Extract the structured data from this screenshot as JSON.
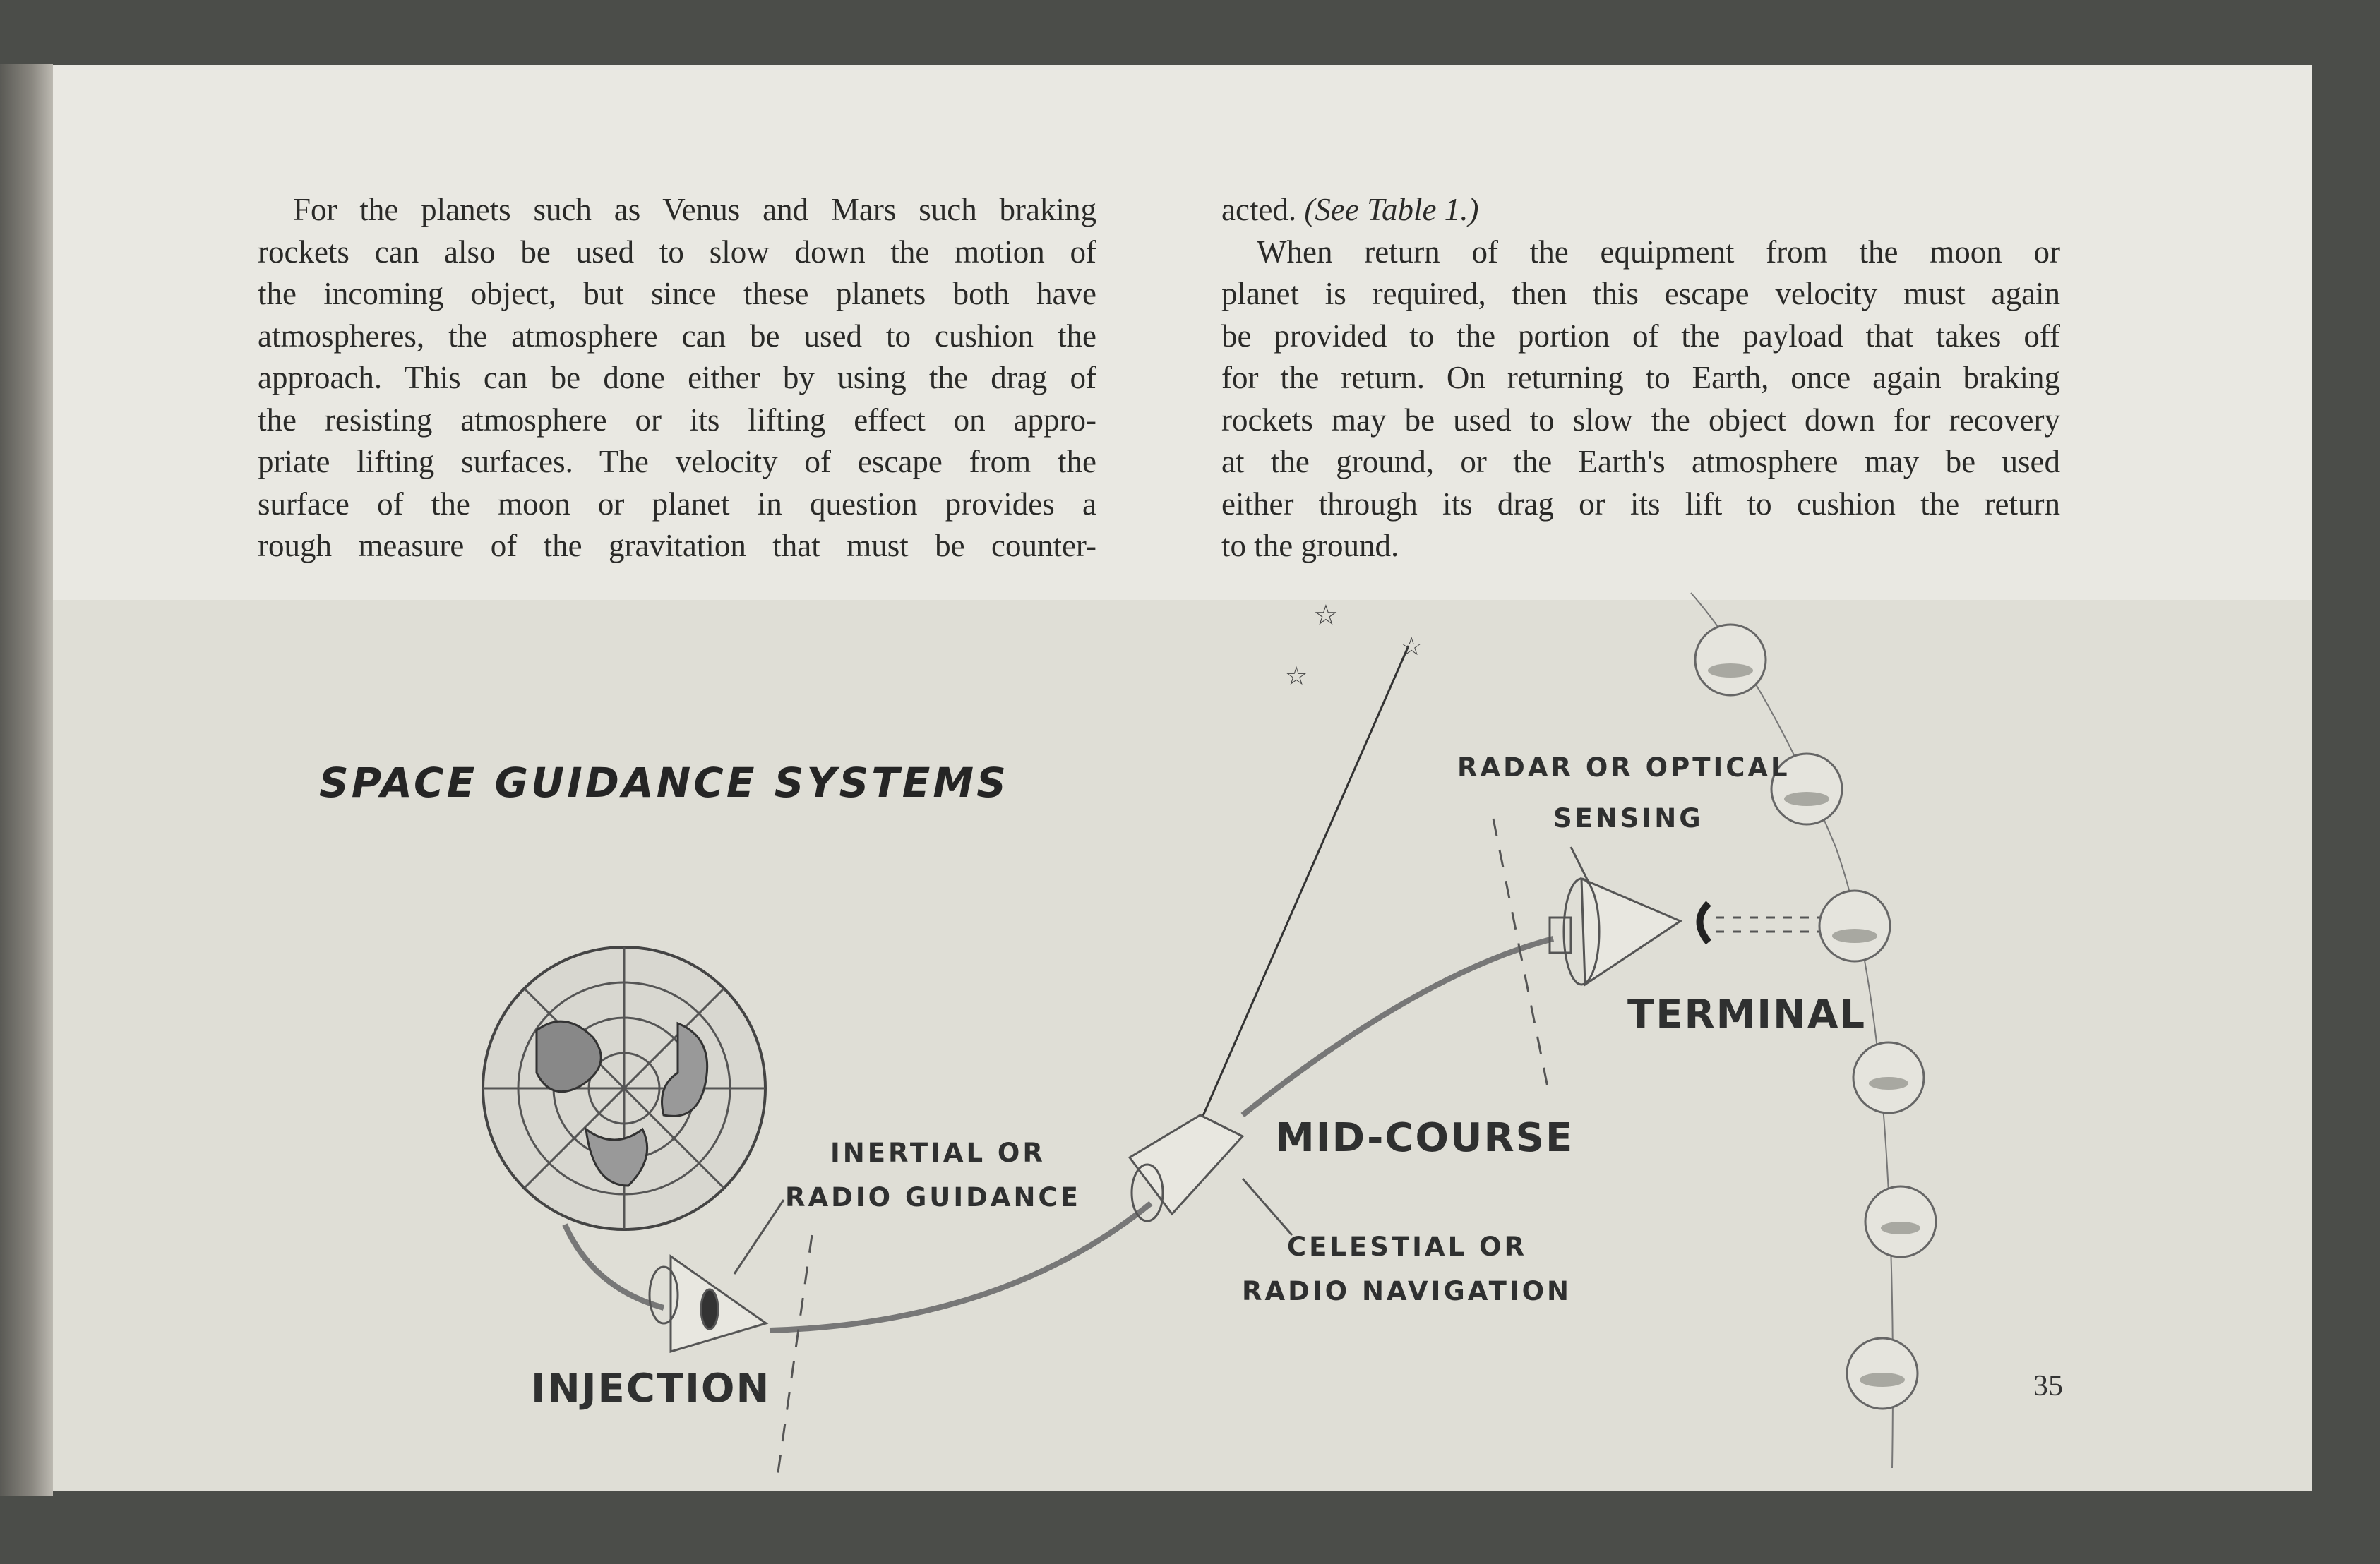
{
  "left_column": [
    "For the planets such as Venus and Mars such braking",
    "rockets can also be used to slow down the motion of",
    "the incoming object, but since these planets both have",
    "atmospheres, the atmosphere can be used to cushion the",
    "approach. This can be done either by using the drag of",
    "the resisting atmosphere or its lifting effect on appro-",
    "priate lifting surfaces. The velocity of escape from the",
    "surface of the moon or planet in question provides a",
    "rough measure of the gravitation that must be counter-"
  ],
  "right_column": {
    "first_line_text": "acted.",
    "first_line_italic": "(See Table 1.)",
    "lines": [
      "When return of the equipment from the moon or",
      "planet is required, then this escape velocity must again",
      "be provided to the portion of the payload that takes off",
      "for the return. On returning to Earth, once again braking",
      "rockets may be used to slow the object down for recovery",
      "at the ground, or the Earth's atmosphere may be used",
      "either through its drag or its lift to cushion the return",
      "to the ground."
    ]
  },
  "diagram": {
    "title": "SPACE GUIDANCE SYSTEMS",
    "inertial_line1": "INERTIAL OR",
    "inertial_line2": "RADIO GUIDANCE",
    "injection": "INJECTION",
    "mid_course": "MID-COURSE",
    "celestial_line1": "CELESTIAL OR",
    "celestial_line2": "RADIO NAVIGATION",
    "radar_line1": "RADAR OR OPTICAL",
    "radar_line2": "SENSING",
    "terminal": "TERMINAL"
  },
  "page_number": "35"
}
